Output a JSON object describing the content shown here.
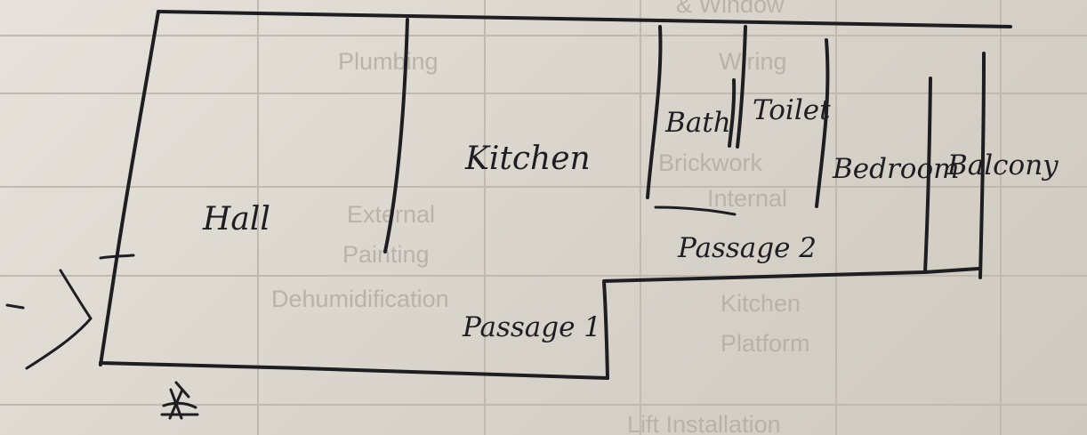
{
  "sketch": {
    "rooms": [
      {
        "id": "hall",
        "label": "Hall"
      },
      {
        "id": "kitchen",
        "label": "Kitchen"
      },
      {
        "id": "bath",
        "label": "Bath"
      },
      {
        "id": "toilet",
        "label": "Toilet"
      },
      {
        "id": "bedroom",
        "label": "Bedroom"
      },
      {
        "id": "balcony",
        "label": "Balcony"
      },
      {
        "id": "passage-2",
        "label": "Passage 2"
      },
      {
        "id": "passage-1",
        "label": "Passage 1"
      }
    ]
  },
  "background_notebook": {
    "ghost_text": [
      "& Window",
      "Wiring",
      "Plumbing",
      "Internal",
      "Brickwork",
      "External",
      "Painting",
      "Kitchen",
      "Platform",
      "Dehumidification",
      "Lift Installation"
    ]
  }
}
